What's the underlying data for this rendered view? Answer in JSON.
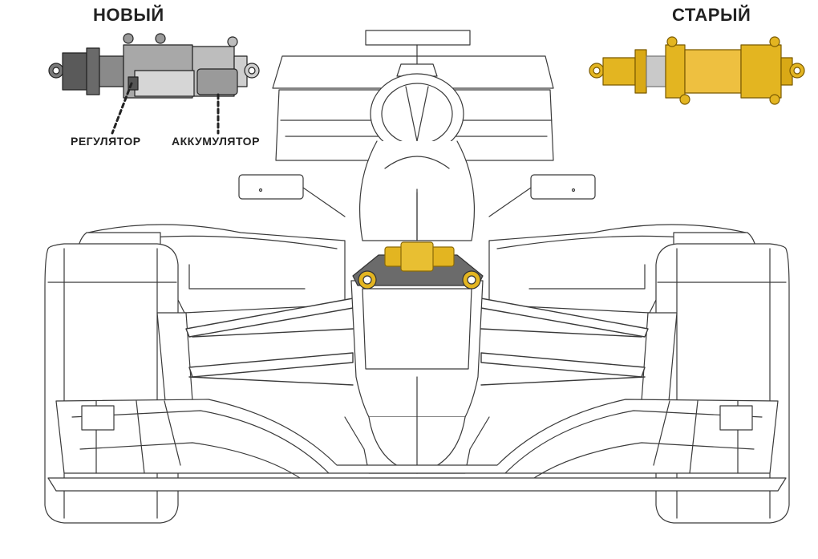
{
  "labels": {
    "new": "НОВЫЙ",
    "old": "СТАРЫЙ",
    "regulator": "РЕГУЛЯТОР",
    "accumulator": "АККУМУЛЯТОР"
  },
  "colors": {
    "line": "#3a3a3a",
    "new_part_dark": "#5a5a5a",
    "new_part_mid": "#9a9a9a",
    "new_part_light": "#cfcfcf",
    "old_part": "#e3b521",
    "old_part_dark": "#b38a10",
    "bracket": "#6b6b6b"
  }
}
